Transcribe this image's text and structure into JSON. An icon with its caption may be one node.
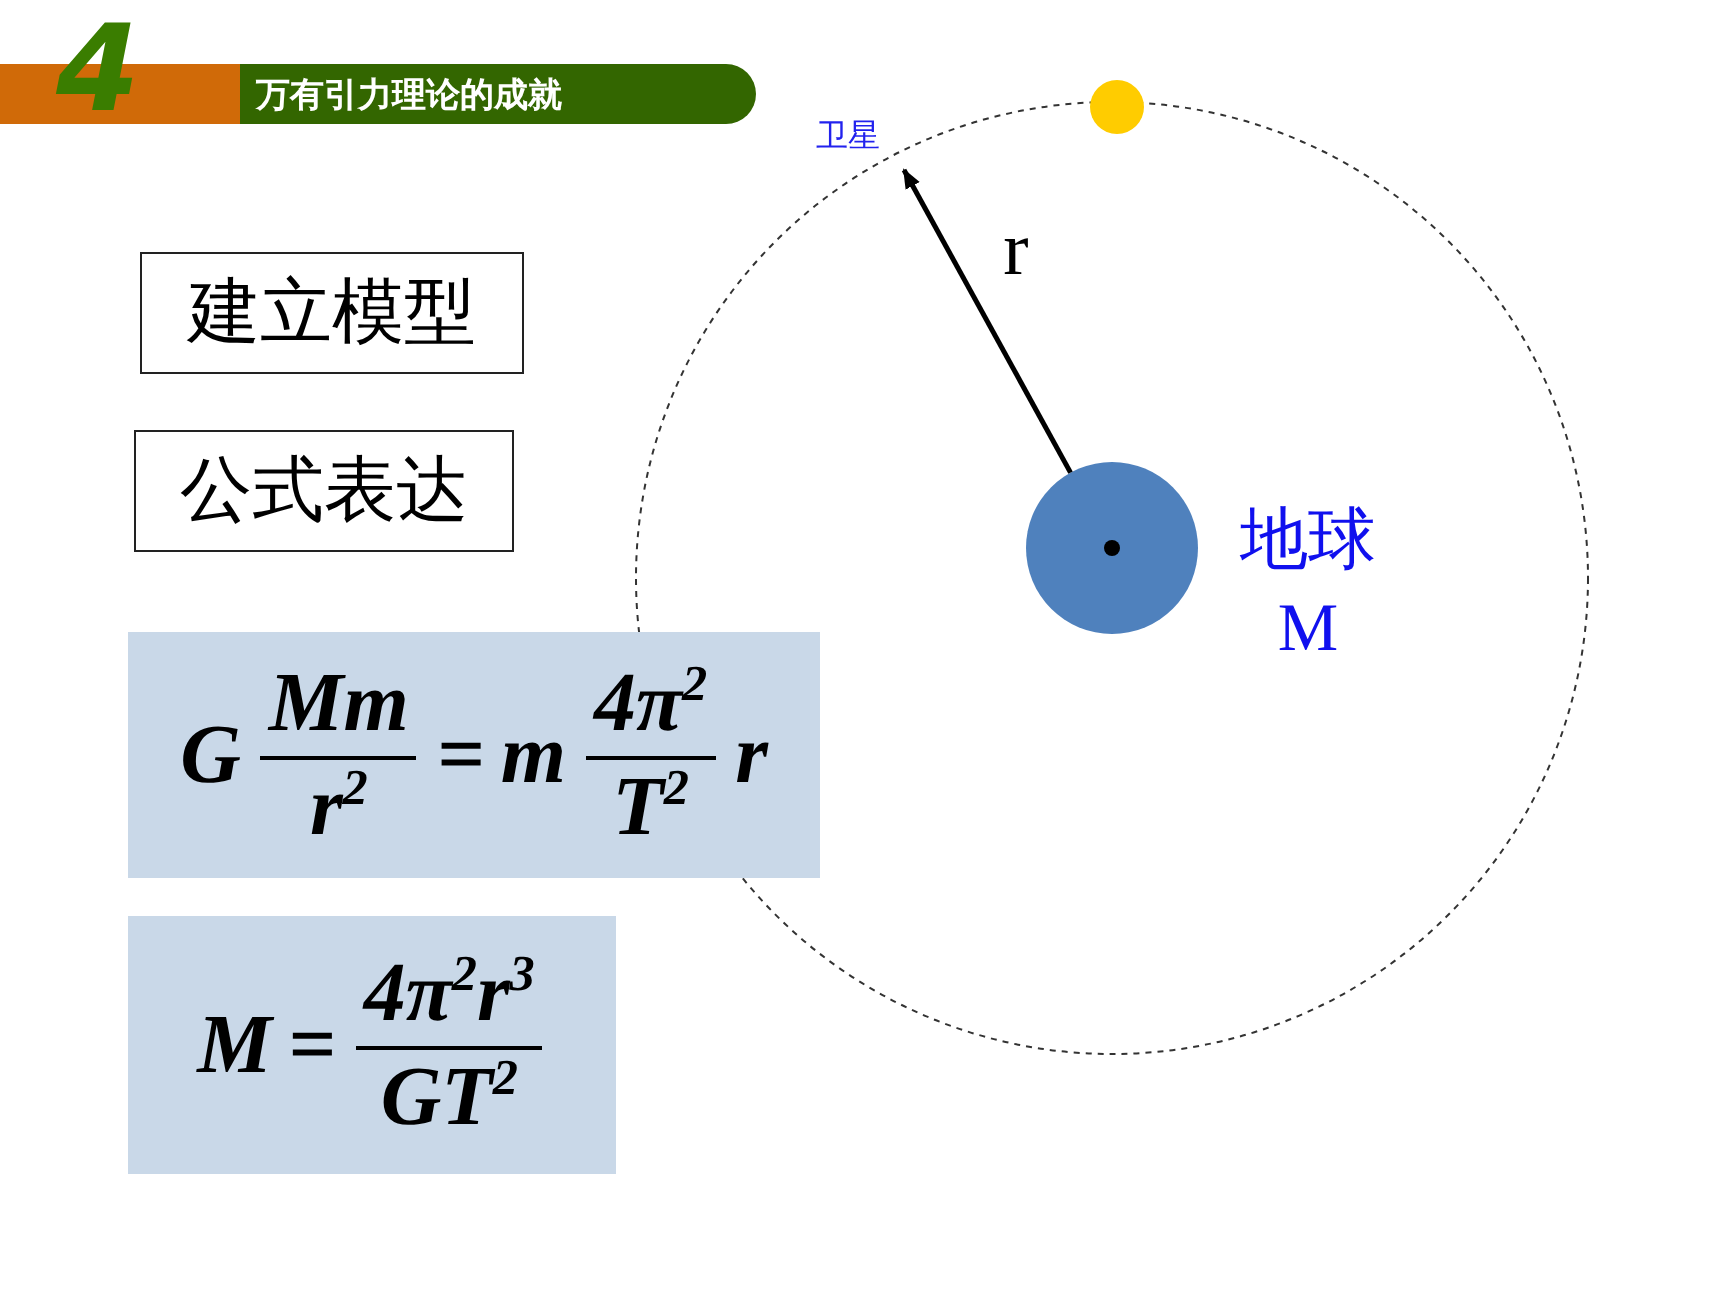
{
  "diagram": {
    "title": "万有引力理论的成就",
    "nodes": [
      {
        "text": [
          "建立模型"
        ]
      },
      {
        "text": [
          "公式表达"
        ]
      },
      {
        "text": [
          "G",
          "Mm",
          "r$^{2}$",
          "=",
          "m",
          "4π$^{2}$",
          "T$^{2}$",
          "r"
        ]
      },
      {
        "text": [
          "M",
          "=",
          "4π$^{2}$r$^{3}$",
          "GT$^{2}$"
        ]
      },
      {
        "text": [
          "卫星"
        ]
      },
      {
        "text": [],
        "shape": "circle"
      },
      {
        "text": [],
        "shape": "circle",
        "beside": [
          "地球 M"
        ]
      }
    ],
    "edges": [
      {
        "from": 6,
        "to": 4,
        "arrow": "to",
        "label": "r"
      }
    ],
    "labels": [
      "4"
    ]
  }
}
